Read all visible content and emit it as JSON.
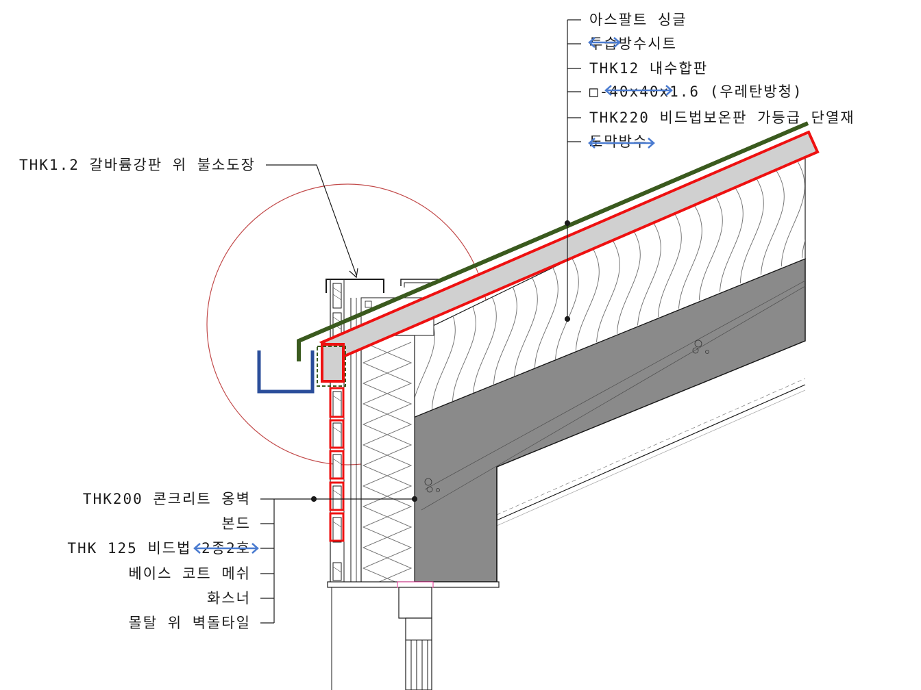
{
  "colors": {
    "line": "#1a1a1a",
    "green_highlight": "#3a5a1e",
    "red_highlight": "#ee1111",
    "blue_highlight": "#2a4d9a",
    "arrow_blue": "#4a7bd0",
    "concrete": "#8a8a8a",
    "insulation_fill": "#d0d0d0",
    "circle": "#c24a4a"
  },
  "icons": {
    "arrow": "double-headed-arrow",
    "square": "square-glyph"
  },
  "roof_labels": [
    "아스팔트 싱글",
    "투습방수시트",
    "THK12 내수합판",
    "□-40x40x1.6 (우레탄방청)",
    "THK220 비드법보온판 가등급 단열재",
    "도막방수"
  ],
  "parapet_label": "THK1.2 갈바륨강판 위 불소도장",
  "wall_labels": [
    "THK200 콘크리트 옹벽",
    "본드",
    "THK 125 비드법 2종2호",
    "베이스 코트 메쉬",
    "화스너",
    "몰탈 위 벽돌타일"
  ]
}
